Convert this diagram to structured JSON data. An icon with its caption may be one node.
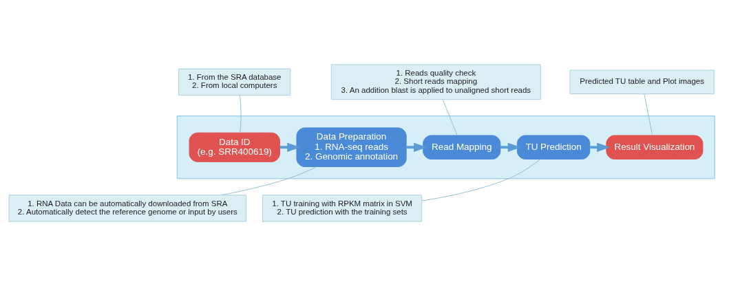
{
  "diagram": {
    "nodes": [
      {
        "text": [
          "1. From the SRA database",
          "2. From local computers"
        ]
      },
      {
        "text": [
          "1. Reads quality check",
          "2. Short reads mapping",
          "3. An addition blast is applied to unaligned short reads"
        ]
      },
      {
        "text": [
          "Predicted TU table and Plot images"
        ]
      },
      {
        "text": [],
        "shape": "box"
      },
      {
        "text": [
          "Data ID",
          "(e.g. SRR400619)"
        ],
        "in": 3
      },
      {
        "text": [
          "Data Preparation",
          "1. RNA-seq reads",
          "2. Genomic annotation"
        ],
        "in": 3
      },
      {
        "text": [
          "Read Mapping"
        ],
        "in": 3
      },
      {
        "text": [
          "TU Prediction"
        ],
        "in": 3
      },
      {
        "text": [
          "Result Visualization"
        ],
        "in": 3
      },
      {
        "text": [
          "1. RNA Data can be automatically downloaded from SRA",
          "2. Automatically detect the reference genome or input by users"
        ]
      },
      {
        "text": [
          "1. TU training with RPKM matrix in SVM",
          "2. TU prediction with the training sets"
        ]
      }
    ],
    "edges": [
      {
        "from": 4,
        "to": 5,
        "arrow": "to",
        "style": "thick",
        "color": "#5b9bd5"
      },
      {
        "from": 5,
        "to": 6,
        "arrow": "to",
        "style": "thick",
        "color": "#5b9bd5"
      },
      {
        "from": 6,
        "to": 7,
        "arrow": "to",
        "style": "thick",
        "color": "#5b9bd5"
      },
      {
        "from": 7,
        "to": 8,
        "arrow": "to",
        "style": "thick",
        "color": "#5b9bd5"
      },
      {
        "from": 0,
        "to": 4,
        "arrow": "none"
      },
      {
        "from": 1,
        "to": 6,
        "arrow": "none"
      },
      {
        "from": 2,
        "to": 8,
        "arrow": "none"
      },
      {
        "from": 9,
        "to": 5,
        "arrow": "none"
      },
      {
        "from": 10,
        "to": 7,
        "arrow": "none"
      }
    ]
  }
}
